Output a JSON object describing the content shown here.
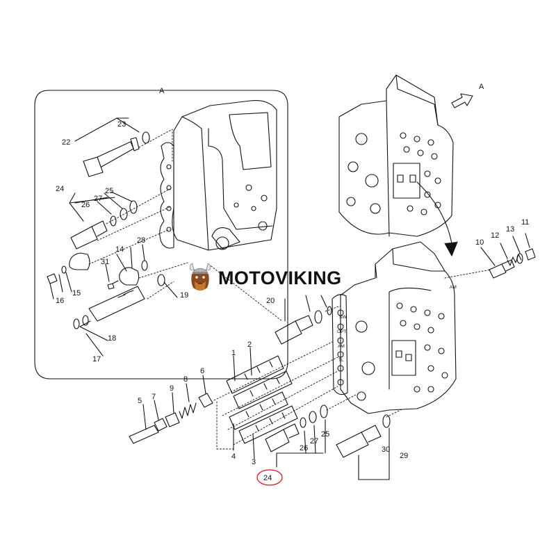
{
  "callouts": {
    "A": "A",
    "n1": "1",
    "n2": "2",
    "n3": "3",
    "n4": "4",
    "n5": "5",
    "n6": "6",
    "n7": "7",
    "n8": "8",
    "n9": "9",
    "n10": "10",
    "n11": "11",
    "n12": "12",
    "n13": "13",
    "n14": "14",
    "n15": "15",
    "n16": "16",
    "n17": "17",
    "n18": "18",
    "n19": "19",
    "n20": "20",
    "n22": "22",
    "n23": "23",
    "n24": "24",
    "n25": "25",
    "n26": "26",
    "n27": "27",
    "n28": "28",
    "n29": "29",
    "n30": "30",
    "n31": "31"
  },
  "ports": {
    "sw": "SW",
    "opt": "OPT",
    "am": "AM",
    "tl": "TL",
    "am_right": "AM"
  },
  "brand": {
    "name": "MOTOVIKING"
  },
  "colors": {
    "line": "#111111",
    "highlight": "#d71920",
    "background": "#ffffff",
    "logo_body": "#8a4a1e",
    "logo_helmet": "#b8b8b8"
  }
}
